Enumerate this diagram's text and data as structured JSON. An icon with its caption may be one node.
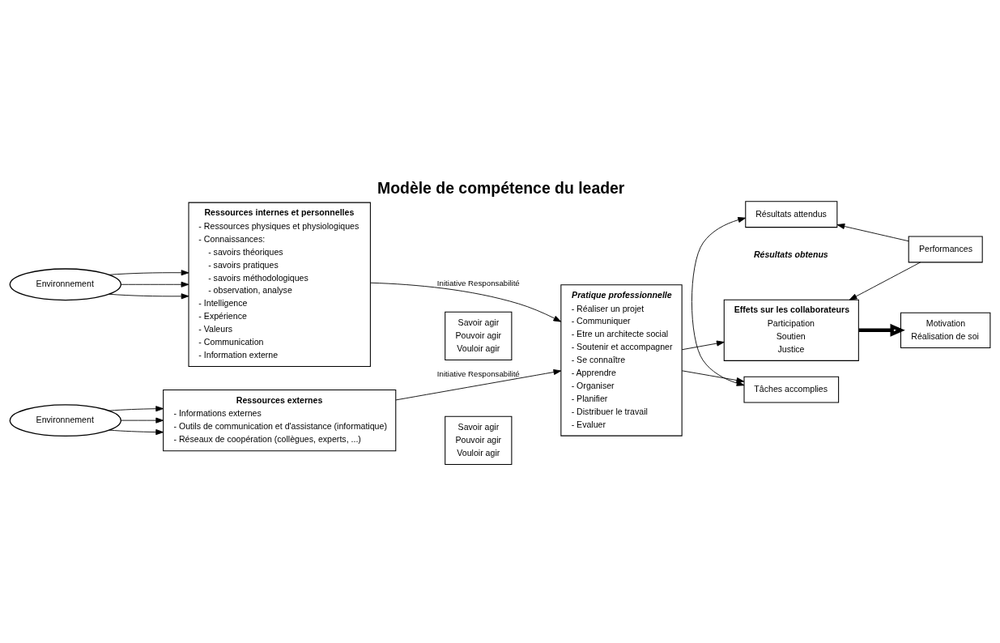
{
  "diagram": {
    "title": "Modèle de compétence du leader",
    "nodes": [
      {
        "text": [
          "Environnement"
        ]
      },
      {
        "text": [
          "Ressources internes et personnelles",
          "- Ressources physiques et physiologiques",
          "- Connaissances:",
          "- savoirs théoriques",
          "- savoirs pratiques",
          "- savoirs méthodologiques",
          "- observation, analyse",
          "- Intelligence",
          "- Expérience",
          "- Valeurs",
          "- Communication",
          "- Information externe"
        ]
      },
      {
        "text": [
          "Savoir agir",
          "Pouvoir agir",
          "Vouloir agir"
        ]
      },
      {
        "text": [
          "Pratique professionnelle",
          "- Réaliser un projet",
          "- Communiquer",
          "- Etre un architecte social",
          "- Soutenir et accompagner",
          "- Se connaître",
          "- Apprendre",
          "- Organiser",
          "- Planifier",
          "- Distribuer le travail",
          "- Evaluer"
        ]
      },
      {
        "text": [
          "Ressources externes",
          "- Informations externes",
          "- Outils de communication et d'assistance (informatique)",
          "- Réseaux de coopération (collègues, experts, ...)"
        ]
      },
      {
        "text": [
          "Savoir agir",
          "Pouvoir agir",
          "Vouloir agir"
        ]
      },
      {
        "text": [
          "Environnement"
        ]
      },
      {
        "text": [
          "Effets sur les collaborateurs",
          "Participation",
          "Soutien",
          "Justice"
        ]
      },
      {
        "text": [
          "Motivation",
          "Réalisation de soi"
        ]
      },
      {
        "text": [
          "Performances"
        ]
      },
      {
        "text": [
          "Tâches accomplies"
        ]
      },
      {
        "text": [
          "Résultats attendus"
        ]
      }
    ],
    "edges": [
      {
        "from": 0,
        "to": 1,
        "arrow": "to"
      },
      {
        "from": 0,
        "to": 1,
        "arrow": "to"
      },
      {
        "from": 0,
        "to": 1,
        "arrow": "to"
      },
      {
        "from": 1,
        "to": 3,
        "arrow": "to",
        "label": "Initiative Responsabilité"
      },
      {
        "from": 4,
        "to": 3,
        "arrow": "to",
        "label": "Initiative Responsabilité"
      },
      {
        "from": 6,
        "to": 4,
        "arrow": "to"
      },
      {
        "from": 6,
        "to": 4,
        "arrow": "to"
      },
      {
        "from": 6,
        "to": 4,
        "arrow": "to"
      },
      {
        "from": 3,
        "to": 7,
        "arrow": "to"
      },
      {
        "from": 3,
        "to": 10,
        "arrow": "to"
      },
      {
        "from": 7,
        "to": 8,
        "arrow": "to",
        "style": "thick"
      },
      {
        "from": 10,
        "to": 11,
        "arrow": "both"
      },
      {
        "from": 9,
        "to": 7,
        "arrow": "to"
      },
      {
        "from": 9,
        "to": 11,
        "arrow": "to"
      }
    ],
    "labels": [
      "Résultats obtenus"
    ]
  }
}
